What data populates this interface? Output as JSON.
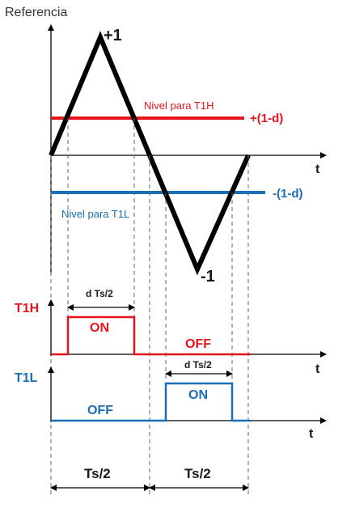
{
  "labels": {
    "title": "Referencia",
    "peak_pos": "+1",
    "peak_neg": "-1",
    "t_axis": "t",
    "level_t1h_caption": "Nivel para T1H",
    "level_t1h_value": "+(1-d)",
    "level_t1l_caption": "Nivel para T1L",
    "level_t1l_value": "-(1-d)",
    "t1h": "T1H",
    "t1l": "T1L",
    "on": "ON",
    "off": "OFF",
    "d_ts_half": "d Ts/2",
    "ts_half": "Ts/2"
  },
  "colors": {
    "carrier": "#000000",
    "t1h": "#e8141b",
    "t1l": "#1b6fb5",
    "axis": "#000000",
    "guide": "#666666"
  }
}
